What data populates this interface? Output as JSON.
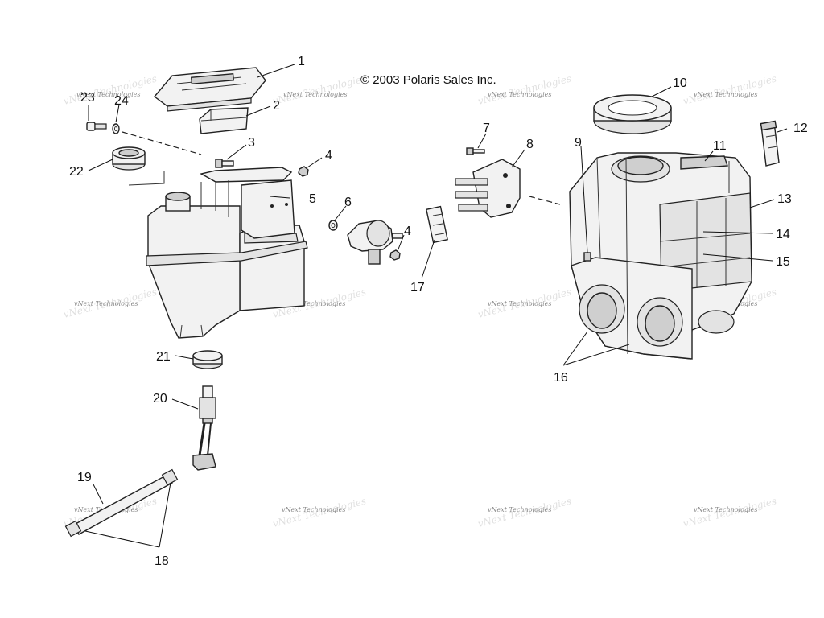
{
  "copyright": "© 2003 Polaris Sales Inc.",
  "watermark": {
    "text": "vNext Technologies",
    "ghost_text": "vNext Technologies"
  },
  "callouts": [
    {
      "number": "1",
      "part": "tank-cover"
    },
    {
      "number": "2",
      "part": "foam-block"
    },
    {
      "number": "3",
      "part": "bolt"
    },
    {
      "number": "4",
      "part": "nut"
    },
    {
      "number": "4",
      "part": "nut"
    },
    {
      "number": "5",
      "part": "mounting-bracket"
    },
    {
      "number": "6",
      "part": "washer-nut"
    },
    {
      "number": "7",
      "part": "screw"
    },
    {
      "number": "8",
      "part": "connector-block"
    },
    {
      "number": "9",
      "part": "clip"
    },
    {
      "number": "10",
      "part": "seal-ring"
    },
    {
      "number": "11",
      "part": "airbox-label"
    },
    {
      "number": "12",
      "part": "latch"
    },
    {
      "number": "13",
      "part": "strap"
    },
    {
      "number": "14",
      "part": "decal"
    },
    {
      "number": "15",
      "part": "strap"
    },
    {
      "number": "16",
      "part": "intake-boots"
    },
    {
      "number": "17",
      "part": "clamp-block"
    },
    {
      "number": "18",
      "part": "hose-fittings"
    },
    {
      "number": "19",
      "part": "hose"
    },
    {
      "number": "20",
      "part": "pickup-tube"
    },
    {
      "number": "21",
      "part": "grommet"
    },
    {
      "number": "22",
      "part": "filler-cap"
    },
    {
      "number": "23",
      "part": "bolt"
    },
    {
      "number": "24",
      "part": "washer"
    }
  ]
}
